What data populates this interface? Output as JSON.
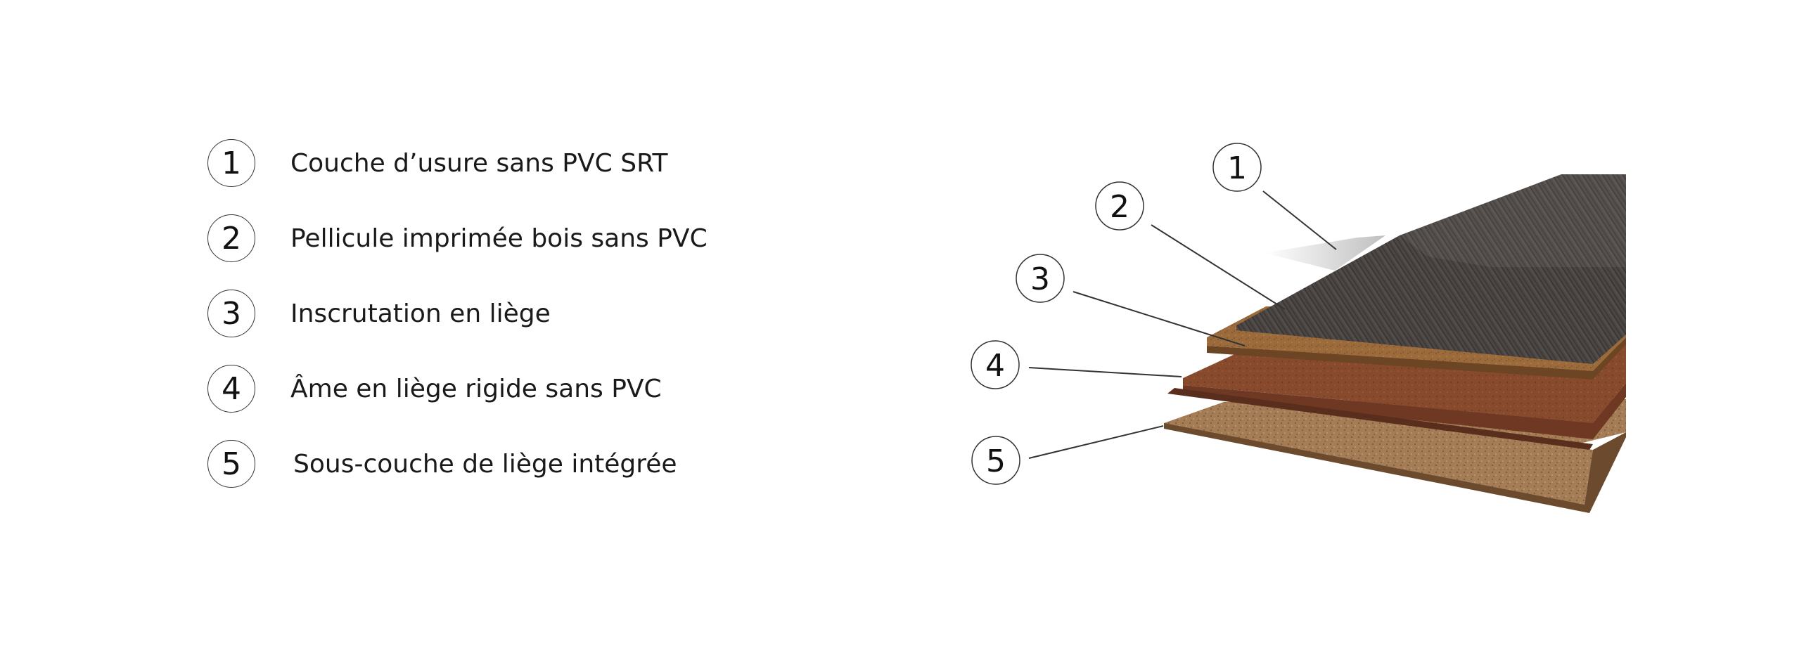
{
  "legend": {
    "items": [
      {
        "number": "1",
        "label": "Couche d’usure sans PVC SRT"
      },
      {
        "number": "2",
        "label": "Pellicule imprimée bois sans PVC"
      },
      {
        "number": "3",
        "label": "Inscrutation en liège"
      },
      {
        "number": "4",
        "label": "Âme en liège rigide sans PVC"
      },
      {
        "number": "5",
        "label": "Sous-couche de liège intégrée"
      }
    ]
  },
  "diagram": {
    "callouts": [
      "1",
      "2",
      "3",
      "4",
      "5"
    ]
  },
  "colors": {
    "wood_top": "#4a4542",
    "cork_light": "#9a6a3a",
    "cork_core": "#8a4a2c",
    "cork_underlay": "#a07a55",
    "outline": "#333333"
  }
}
